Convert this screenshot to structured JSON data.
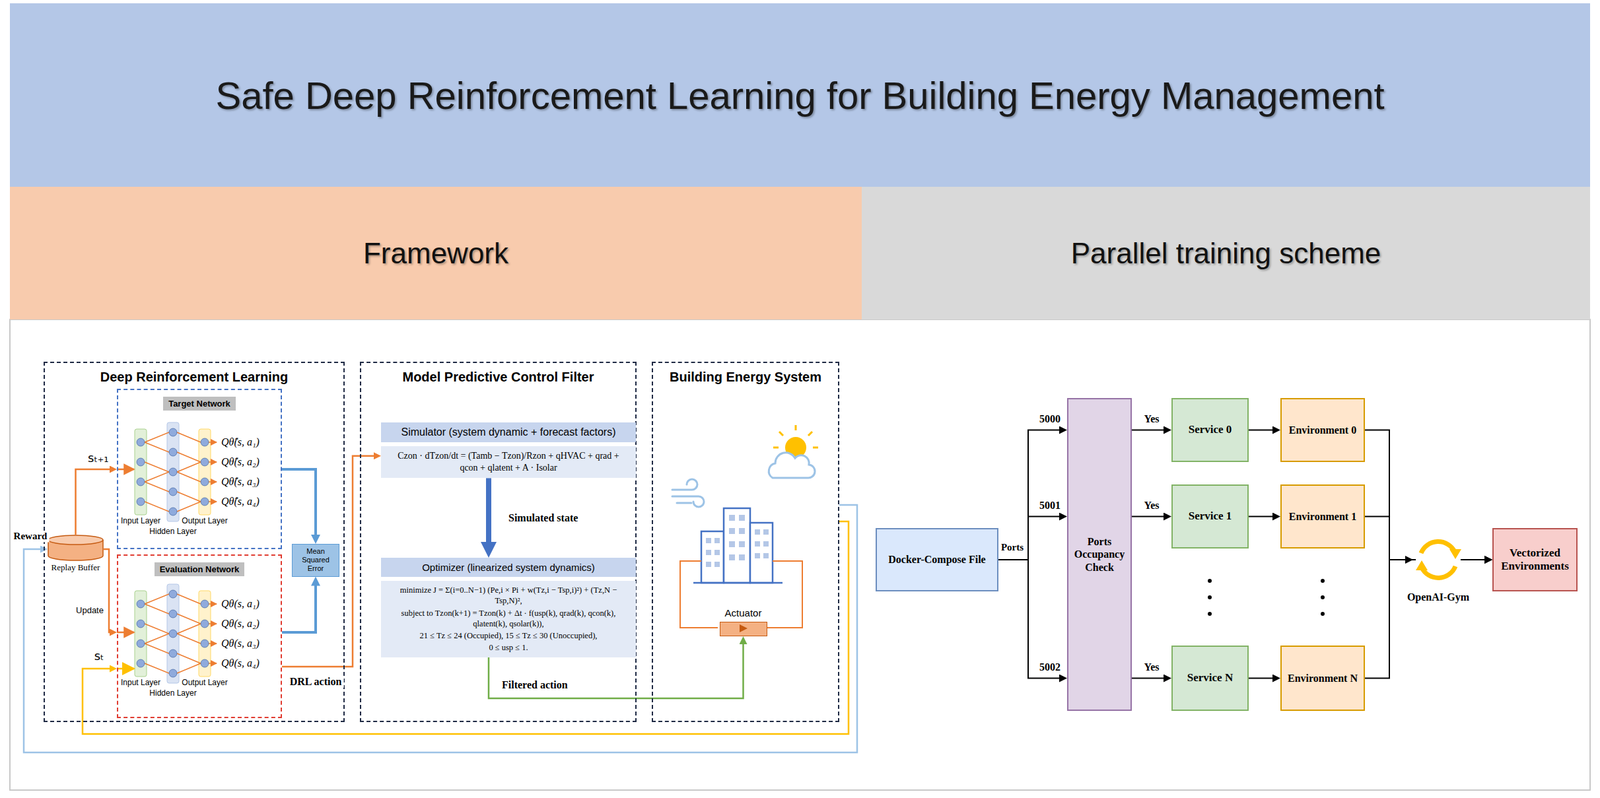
{
  "diagram": {
    "title": "Safe Deep Reinforcement Learning for Building Energy Management",
    "nodes": [
      {
        "text": [
          "Framework"
        ]
      },
      {
        "text": [
          "Deep Reinforcement Learning"
        ]
      },
      {
        "text": [
          "Target Network"
        ],
        "in": 1
      },
      {
        "text": [
          "Evaluation Network"
        ],
        "in": 1
      },
      {
        "text": [
          "Replay Buffer"
        ],
        "in": 1
      },
      {
        "text": [
          "Mean Squared Error"
        ],
        "in": 1
      },
      {
        "text": [
          "Model Predictive Control Filter"
        ]
      },
      {
        "text": [
          "Simulator (system dynamic + forecast factors)",
          "Czon · dTzon/dt = (Tamb − Tzon)/Rzon + qHVAC + qrad + qcon + qlatent + A · Isolar"
        ],
        "in": 6
      },
      {
        "text": [
          "Optimizer (linearized system dynamics)",
          "minimize J = Σ(i=0..N−1) (Pe,i × Pi + w(Tz,i − Tsp,i)²) + (Tz,N − Tsp,N)²,",
          "subject to Tzon(k+1) = Tzon(k) + Δt · f(usp(k), qrad(k), qcon(k), qlatent(k), qsolar(k)),",
          "21 ≤ Tz ≤ 24 (Occupied), 15 ≤ Tz ≤ 30 (Unoccupied),",
          "0 ≤ usp ≤ 1."
        ],
        "in": 6
      },
      {
        "text": [
          "Building Energy System"
        ]
      },
      {
        "text": [
          "Actuator"
        ],
        "in": 9
      },
      {
        "text": [
          "Parallel training scheme"
        ]
      },
      {
        "text": [
          "Docker-Compose File"
        ]
      },
      {
        "text": [
          "Ports Occupancy Check"
        ]
      },
      {
        "text": [
          "Service 0"
        ]
      },
      {
        "text": [
          "Environment 0"
        ]
      },
      {
        "text": [
          "Service 1"
        ]
      },
      {
        "text": [
          "Environment 1"
        ]
      },
      {
        "text": [
          "Service N"
        ]
      },
      {
        "text": [
          "Environment N"
        ]
      },
      {
        "text": [
          "Vectorized Environments"
        ]
      }
    ],
    "edges": [
      {
        "from": 4,
        "to": 2,
        "arrow": "to",
        "label": "sₜ₊₁"
      },
      {
        "from": 4,
        "to": 3,
        "arrow": "to",
        "label": "Update"
      },
      {
        "from": 2,
        "to": 5,
        "arrow": "to"
      },
      {
        "from": 3,
        "to": 5,
        "arrow": "to"
      },
      {
        "from": 3,
        "to": 7,
        "arrow": "to",
        "label": "DRL action"
      },
      {
        "from": 7,
        "to": 8,
        "arrow": "to",
        "label": "Simulated state"
      },
      {
        "from": 8,
        "to": 10,
        "arrow": "to",
        "label": "Filtered action"
      },
      {
        "from": 9,
        "to": 3,
        "arrow": "to",
        "label": "sₜ"
      },
      {
        "from": 9,
        "to": 4,
        "arrow": "to",
        "label": "Reward"
      },
      {
        "from": 12,
        "to": 13,
        "arrow": "to",
        "label": "5000"
      },
      {
        "from": 12,
        "to": 13,
        "arrow": "to",
        "label": "5001"
      },
      {
        "from": 12,
        "to": 13,
        "arrow": "to",
        "label": "5002"
      },
      {
        "from": 13,
        "to": 14,
        "arrow": "to",
        "label": "Yes"
      },
      {
        "from": 13,
        "to": 16,
        "arrow": "to",
        "label": "Yes"
      },
      {
        "from": 13,
        "to": 18,
        "arrow": "to",
        "label": "Yes"
      },
      {
        "from": 14,
        "to": 15,
        "arrow": "to"
      },
      {
        "from": 16,
        "to": 17,
        "arrow": "to"
      },
      {
        "from": 18,
        "to": 19,
        "arrow": "to"
      },
      {
        "from": 15,
        "to": 20,
        "arrow": "to"
      },
      {
        "from": 17,
        "to": 20,
        "arrow": "to"
      },
      {
        "from": 19,
        "to": 20,
        "arrow": "to"
      }
    ],
    "labels": [
      "Input Layer",
      "Hidden Layer",
      "Output Layer",
      "Qθ̂(s, a₁)",
      "Qθ̂(s, a₂)",
      "Qθ̂(s, a₃)",
      "Qθ̂(s, a₄)",
      "Input Layer",
      "Hidden Layer",
      "Output Layer",
      "Qθ(s, a₁)",
      "Qθ(s, a₂)",
      "Qθ(s, a₃)",
      "Qθ(s, a₄)",
      "Ports",
      "OpenAI-Gym"
    ]
  }
}
